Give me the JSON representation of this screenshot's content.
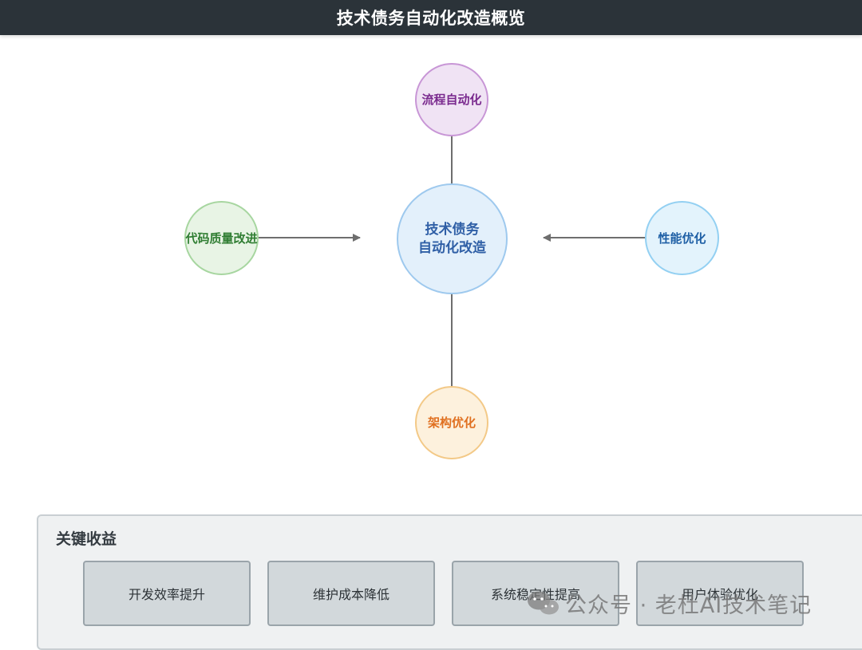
{
  "header": {
    "title": "技术债务自动化改造概览"
  },
  "diagram": {
    "center": {
      "line1": "技术债务",
      "line2": "自动化改造"
    },
    "nodes": {
      "process": "流程自动化",
      "code": "代码质量改进",
      "perf": "性能优化",
      "arch": "架构优化"
    },
    "colors": {
      "center_fill": "#e3f0fb",
      "process_fill": "#f0e3f4",
      "code_fill": "#e8f4e5",
      "perf_fill": "#e3f3fc",
      "arch_fill": "#fdf1dd",
      "arrow": "#6e6e6e"
    }
  },
  "benefits": {
    "title": "关键收益",
    "items": [
      "开发效率提升",
      "维护成本降低",
      "系统稳定性提高",
      "用户体验优化"
    ]
  },
  "watermark": {
    "text": "公众号 · 老杜AI技术笔记",
    "icon": "wechat-icon"
  }
}
